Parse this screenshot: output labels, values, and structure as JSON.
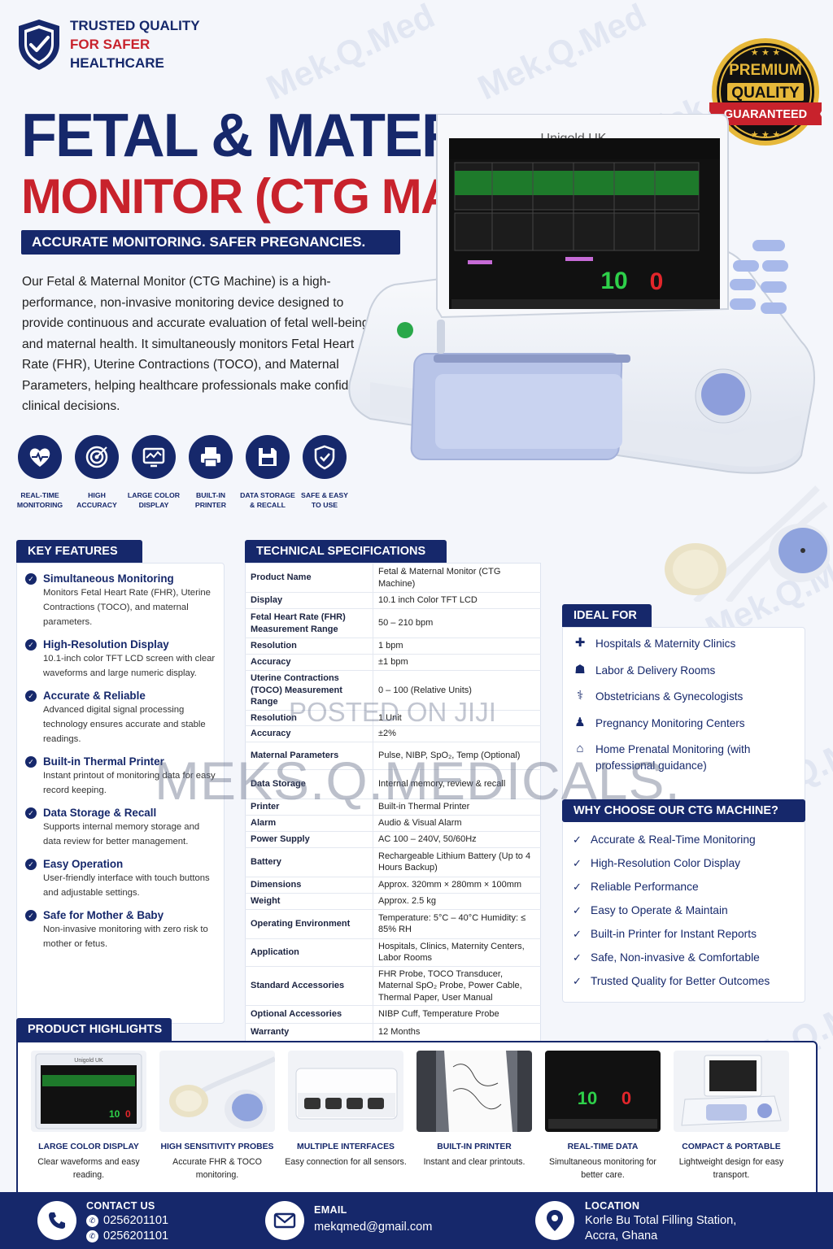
{
  "watermark": {
    "brand": "Mek.Q.Med",
    "overlay": "MEKS.Q.MEDICALS.",
    "posted": "POSTED ON JIJI"
  },
  "header": {
    "trust_line1": "TRUSTED QUALITY",
    "trust_line2": "FOR SAFER",
    "trust_line3": "HEALTHCARE",
    "title_line1": "FETAL & MATERNAL",
    "title_line2": "MONITOR (CTG MACHINE)",
    "tagline": "ACCURATE MONITORING. SAFER PREGNANCIES.",
    "intro": "Our Fetal & Maternal Monitor (CTG Machine) is a high-performance, non-invasive monitoring device designed to provide continuous and accurate evaluation of fetal well-being and maternal health. It simultaneously monitors Fetal Heart Rate (FHR), Uterine Contractions (TOCO), and Maternal Parameters, helping healthcare professionals make confident clinical decisions."
  },
  "badge": {
    "line1": "PREMIUM",
    "line2": "QUALITY",
    "line3": "GUARANTEED"
  },
  "device": {
    "brand": "Unigold UK",
    "fhr_value": "10",
    "toco_value": "0"
  },
  "feature_icons": [
    {
      "l1": "REAL-TIME",
      "l2": "MONITORING"
    },
    {
      "l1": "HIGH",
      "l2": "ACCURACY"
    },
    {
      "l1": "LARGE COLOR",
      "l2": "DISPLAY"
    },
    {
      "l1": "BUILT-IN",
      "l2": "PRINTER"
    },
    {
      "l1": "DATA STORAGE",
      "l2": "& RECALL"
    },
    {
      "l1": "SAFE & EASY",
      "l2": "TO USE"
    }
  ],
  "key_features": {
    "title": "KEY FEATURES",
    "items": [
      {
        "t": "Simultaneous Monitoring",
        "d": "Monitors Fetal Heart Rate (FHR), Uterine Contractions (TOCO), and maternal parameters."
      },
      {
        "t": "High-Resolution Display",
        "d": "10.1-inch color TFT LCD screen with clear waveforms and large numeric display."
      },
      {
        "t": "Accurate & Reliable",
        "d": "Advanced digital signal processing technology ensures accurate and stable readings."
      },
      {
        "t": "Built-in Thermal Printer",
        "d": "Instant printout of monitoring data for easy record keeping."
      },
      {
        "t": "Data Storage & Recall",
        "d": "Supports internal memory storage and data review for better management."
      },
      {
        "t": "Easy Operation",
        "d": "User-friendly interface with touch buttons and adjustable settings."
      },
      {
        "t": "Safe for Mother & Baby",
        "d": "Non-invasive monitoring with zero risk to mother or fetus."
      }
    ]
  },
  "specs": {
    "title": "TECHNICAL SPECIFICATIONS",
    "rows": [
      {
        "k": "Product Name",
        "v": "Fetal & Maternal Monitor (CTG Machine)"
      },
      {
        "k": "Display",
        "v": "10.1 inch Color TFT LCD"
      },
      {
        "k": "Fetal Heart Rate (FHR) Measurement Range",
        "v": "50 – 210 bpm"
      },
      {
        "k": "Resolution",
        "v": "1 bpm"
      },
      {
        "k": "Accuracy",
        "v": "±1 bpm"
      },
      {
        "k": "Uterine Contractions (TOCO) Measurement Range",
        "v": "0 – 100 (Relative Units)"
      },
      {
        "k": "Resolution",
        "v": "1 Unit"
      },
      {
        "k": "Accuracy",
        "v": "±2%"
      },
      {
        "k": "Maternal Parameters",
        "v": "Pulse, NIBP, SpO₂, Temp (Optional)"
      },
      {
        "k": "Data Storage",
        "v": "Internal memory, review & recall"
      },
      {
        "k": "Printer",
        "v": "Built-in Thermal Printer"
      },
      {
        "k": "Alarm",
        "v": "Audio & Visual Alarm"
      },
      {
        "k": "Power Supply",
        "v": "AC 100 – 240V, 50/60Hz"
      },
      {
        "k": "Battery",
        "v": "Rechargeable Lithium Battery (Up to 4 Hours Backup)"
      },
      {
        "k": "Dimensions",
        "v": "Approx. 320mm × 280mm × 100mm"
      },
      {
        "k": "Weight",
        "v": "Approx. 2.5 kg"
      },
      {
        "k": "Operating Environment",
        "v": "Temperature: 5°C – 40°C Humidity: ≤ 85% RH"
      },
      {
        "k": "Application",
        "v": "Hospitals, Clinics, Maternity Centers, Labor Rooms"
      },
      {
        "k": "Standard Accessories",
        "v": "FHR Probe, TOCO Transducer, Maternal SpO₂ Probe, Power Cable, Thermal Paper, User Manual"
      },
      {
        "k": "Optional Accessories",
        "v": "NIBP Cuff, Temperature Probe"
      },
      {
        "k": "Warranty",
        "v": "12 Months"
      }
    ]
  },
  "ideal_for": {
    "title": "IDEAL FOR",
    "items": [
      {
        "t": "Hospitals & Maternity Clinics",
        "icon": "hospital-icon"
      },
      {
        "t": "Labor & Delivery Rooms",
        "icon": "nurse-icon"
      },
      {
        "t": "Obstetricians & Gynecologists",
        "icon": "stethoscope-icon"
      },
      {
        "t": "Pregnancy Monitoring Centers",
        "icon": "pregnant-icon"
      },
      {
        "t": "Home Prenatal Monitoring (with professional guidance)",
        "icon": "home-icon"
      }
    ]
  },
  "why_choose": {
    "title": "WHY CHOOSE OUR CTG MACHINE?",
    "items": [
      "Accurate & Real-Time Monitoring",
      "High-Resolution Color Display",
      "Reliable Performance",
      "Easy to Operate & Maintain",
      "Built-in Printer for Instant Reports",
      "Safe, Non-invasive & Comfortable",
      "Trusted Quality for Better Outcomes"
    ]
  },
  "highlights": {
    "title": "PRODUCT HIGHLIGHTS",
    "items": [
      {
        "t": "LARGE COLOR DISPLAY",
        "d": "Clear waveforms and easy reading."
      },
      {
        "t": "HIGH SENSITIVITY PROBES",
        "d": "Accurate FHR & TOCO monitoring."
      },
      {
        "t": "MULTIPLE INTERFACES",
        "d": "Easy connection for all sensors."
      },
      {
        "t": "BUILT-IN PRINTER",
        "d": "Instant and clear printouts."
      },
      {
        "t": "REAL-TIME DATA",
        "d": "Simultaneous monitoring for better care."
      },
      {
        "t": "COMPACT & PORTABLE",
        "d": "Lightweight design for easy transport."
      }
    ],
    "mini_brand": "Unigold UK",
    "rt_fhr": "10",
    "rt_toco": "0"
  },
  "footer": {
    "contact_label": "CONTACT US",
    "phone1": "0256201101",
    "phone2": "0256201101",
    "email_label": "EMAIL",
    "email": "mekqmed@gmail.com",
    "location_label": "LOCATION",
    "location_line1": "Korle Bu Total Filling Station,",
    "location_line2": "Accra, Ghana"
  },
  "colors": {
    "navy": "#16286b",
    "red": "#c8222c",
    "gold": "#e6b83a"
  }
}
